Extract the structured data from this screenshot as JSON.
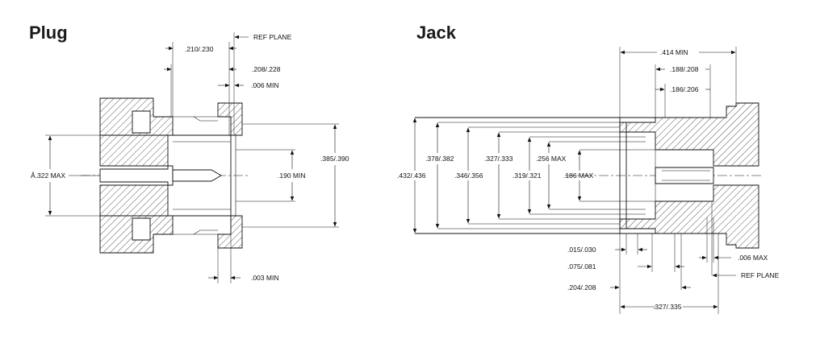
{
  "plug": {
    "title": "Plug",
    "dims": {
      "d1": ".210/.230",
      "ref_plane": "REF PLANE",
      "d2": ".208/.228",
      "d3": ".006 MIN",
      "d4": ".385/.390",
      "d5": "Å.322 MAX",
      "d6": ".190 MIN",
      "d7": ".003 MIN"
    }
  },
  "jack": {
    "title": "Jack",
    "dims": {
      "d1": ".414 MIN",
      "d2": ".188/.208",
      "d3": ".186/.206",
      "d4": ".432/.436",
      "d5": ".378/.382",
      "d6": ".346/.356",
      "d7": ".327/.333",
      "d8": ".319/.321",
      "d9": ".256 MAX",
      "d10": ".186 MAX",
      "d11": ".015/.030",
      "d12": ".075/.081",
      "d13": ".204/.208",
      "d14": ".006 MAX",
      "ref_plane": "REF PLANE",
      "d15": ".327/.335"
    }
  }
}
